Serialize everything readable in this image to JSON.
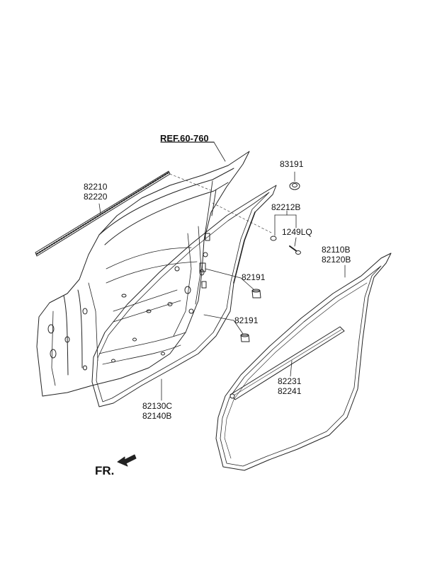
{
  "diagram": {
    "reference": "REF.60-760",
    "direction_label": "FR.",
    "parts": {
      "upper_strip": [
        "82210",
        "82220"
      ],
      "retainer": "83191",
      "clip_group": "82212B",
      "screw": "1249LQ",
      "door_weatherstrip": [
        "82110B",
        "82120B"
      ],
      "plug_upper": "82191",
      "plug_lower": "82191",
      "body_side_weatherstrip": [
        "82130C",
        "82140B"
      ],
      "lower_strip": [
        "82231",
        "82241"
      ]
    }
  }
}
